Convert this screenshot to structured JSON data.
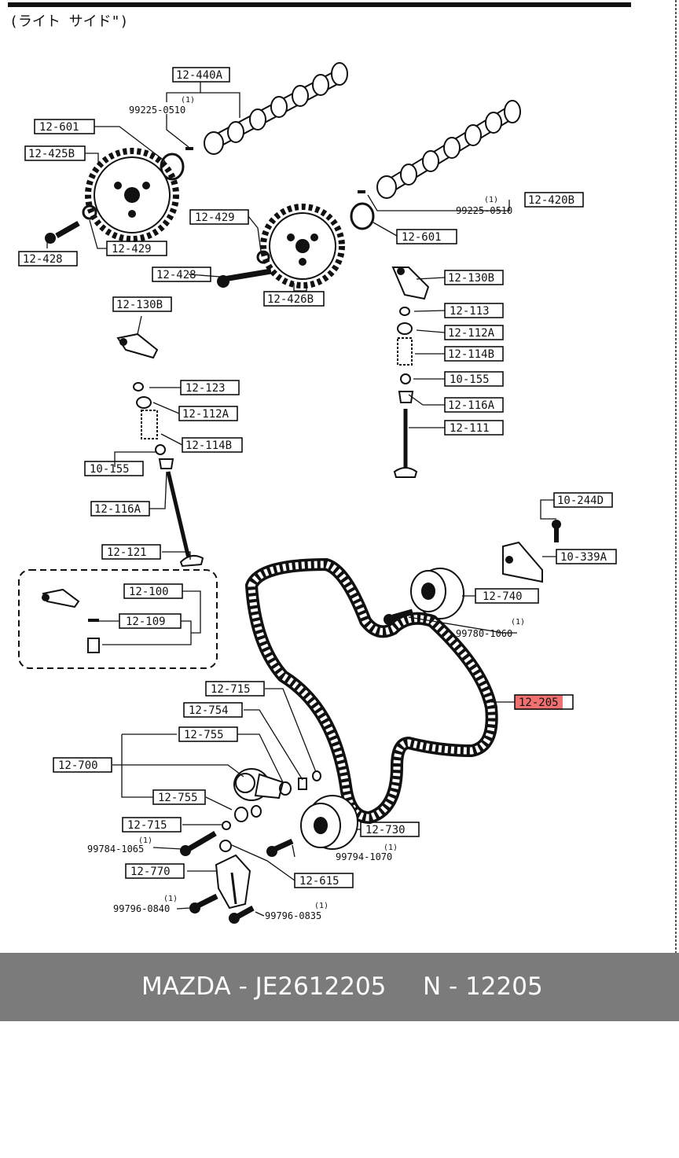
{
  "header": {
    "title": "(ライト サイド\")"
  },
  "labels": [
    {
      "id": "12-440A",
      "text": "12-440A"
    },
    {
      "id": "12-601-l",
      "text": "12-601"
    },
    {
      "id": "12-425B",
      "text": "12-425B"
    },
    {
      "id": "12-428-l",
      "text": "12-428"
    },
    {
      "id": "12-429-l",
      "text": "12-429"
    },
    {
      "id": "12-429-m",
      "text": "12-429"
    },
    {
      "id": "12-428-m",
      "text": "12-428"
    },
    {
      "id": "12-426B",
      "text": "12-426B"
    },
    {
      "id": "12-601-r",
      "text": "12-601"
    },
    {
      "id": "12-420B",
      "text": "12-420B"
    },
    {
      "id": "12-130B-r",
      "text": "12-130B"
    },
    {
      "id": "12-113",
      "text": "12-113"
    },
    {
      "id": "12-112A-r",
      "text": "12-112A"
    },
    {
      "id": "12-114B-r",
      "text": "12-114B"
    },
    {
      "id": "10-155-r",
      "text": "10-155"
    },
    {
      "id": "12-116A-r",
      "text": "12-116A"
    },
    {
      "id": "12-111",
      "text": "12-111"
    },
    {
      "id": "12-130B-l",
      "text": "12-130B"
    },
    {
      "id": "12-123",
      "text": "12-123"
    },
    {
      "id": "12-112A-l",
      "text": "12-112A"
    },
    {
      "id": "12-114B-l",
      "text": "12-114B"
    },
    {
      "id": "10-155-l",
      "text": "10-155"
    },
    {
      "id": "12-116A-l",
      "text": "12-116A"
    },
    {
      "id": "12-121",
      "text": "12-121"
    },
    {
      "id": "12-100",
      "text": "12-100"
    },
    {
      "id": "12-109",
      "text": "12-109"
    },
    {
      "id": "10-244D",
      "text": "10-244D"
    },
    {
      "id": "10-339A",
      "text": "10-339A"
    },
    {
      "id": "12-740",
      "text": "12-740"
    },
    {
      "id": "12-205",
      "text": "12-205"
    },
    {
      "id": "12-715-t",
      "text": "12-715"
    },
    {
      "id": "12-754",
      "text": "12-754"
    },
    {
      "id": "12-755-t",
      "text": "12-755"
    },
    {
      "id": "12-700",
      "text": "12-700"
    },
    {
      "id": "12-755-b",
      "text": "12-755"
    },
    {
      "id": "12-715-b",
      "text": "12-715"
    },
    {
      "id": "12-730",
      "text": "12-730"
    },
    {
      "id": "12-770",
      "text": "12-770"
    },
    {
      "id": "12-615",
      "text": "12-615"
    }
  ],
  "part_numbers": [
    {
      "id": "99225-0510-l",
      "text": "99225-0510",
      "qty": "(1)"
    },
    {
      "id": "99225-0510-r",
      "text": "99225-0510",
      "qty": "(1)"
    },
    {
      "id": "99780-1060",
      "text": "99780-1060",
      "qty": "(1)"
    },
    {
      "id": "99784-1065",
      "text": "99784-1065",
      "qty": "(1)"
    },
    {
      "id": "99794-1070",
      "text": "99794-1070",
      "qty": "(1)"
    },
    {
      "id": "99796-0840",
      "text": "99796-0840",
      "qty": "(1)"
    },
    {
      "id": "99796-0835",
      "text": "99796-0835",
      "qty": "(1)"
    }
  ],
  "highlight": {
    "label_id": "12-205",
    "color": "#f07070"
  },
  "footer": {
    "brand_part": "MAZDA - JE2612205",
    "ref": "N - 12205"
  }
}
